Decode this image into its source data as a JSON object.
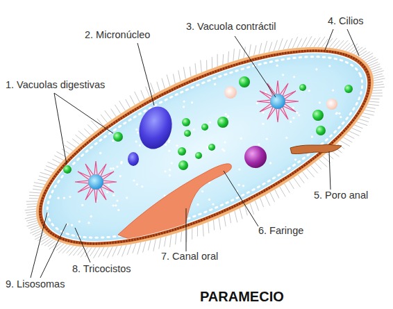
{
  "diagram": {
    "title": "PARAMECIO",
    "labels": [
      "4. Cilios",
      "3. Vacuola contráctil",
      "2. Micronúcleo",
      "1. Vacuolas digestivas",
      "5. Poro anal",
      "6. Faringe",
      "7. Canal oral",
      "8. Tricocistos",
      "9. Lisosomas"
    ]
  }
}
